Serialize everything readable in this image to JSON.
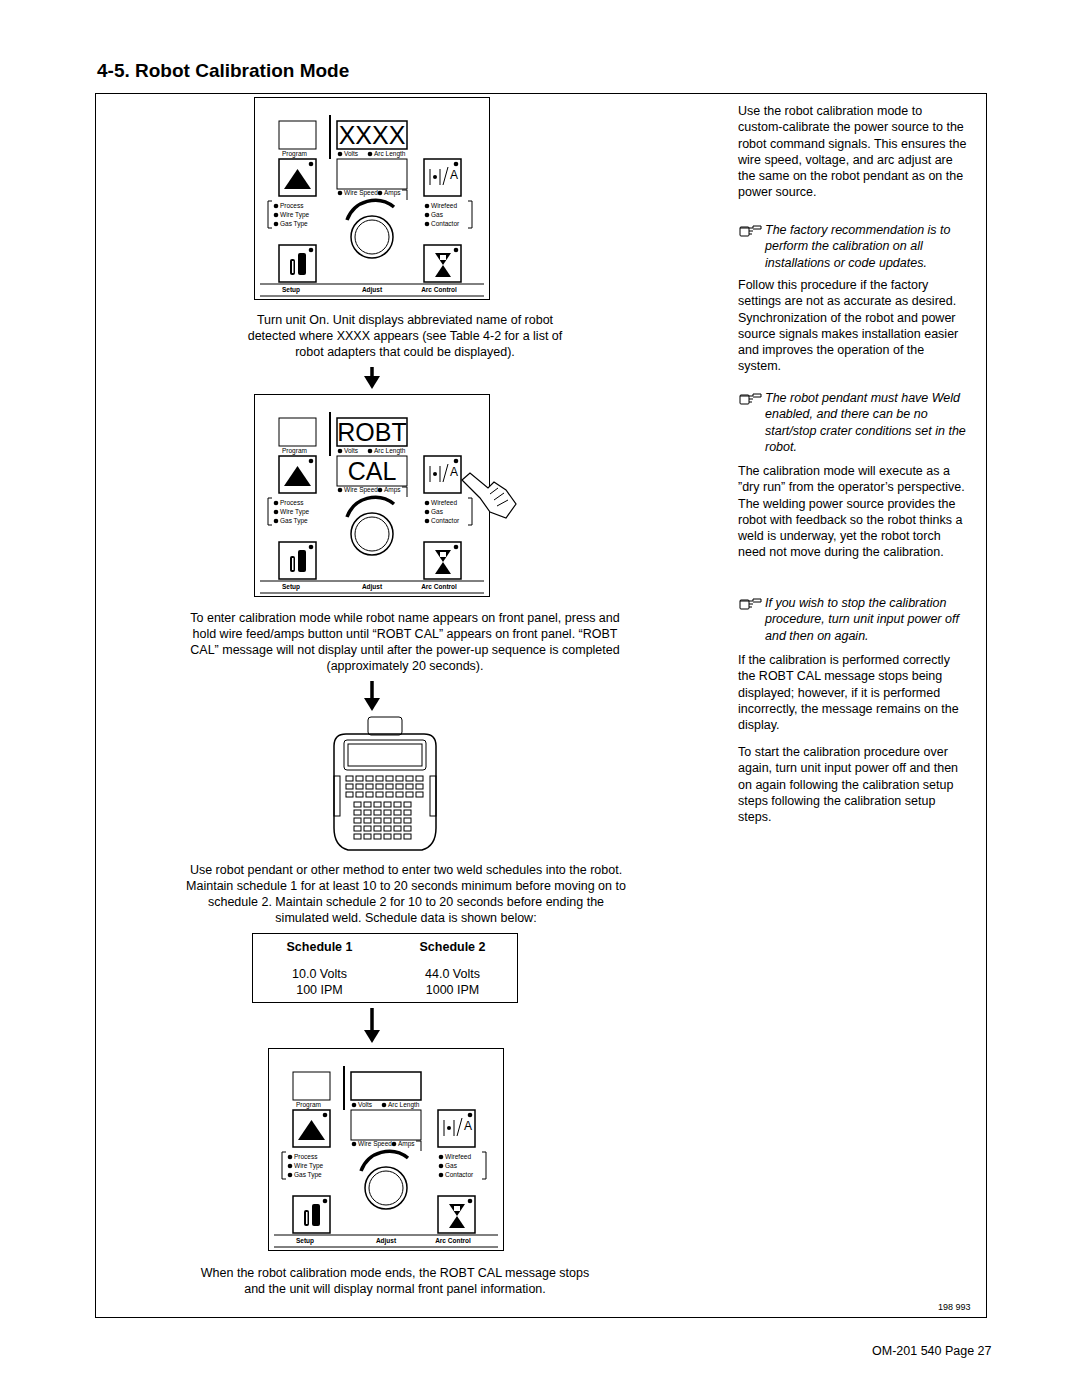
{
  "diagram": {
    "title": "4-5. Robot Calibration Mode",
    "nodes": [
      {
        "text": [
          "XXXX",
          "Program",
          "Volts",
          "Arc Length",
          "A",
          "Wire Speed",
          "Amps",
          "Process",
          "Wire Type",
          "Gas Type",
          "Wirefeed",
          "Gas",
          "Contactor",
          "Setup",
          "Adjust",
          "Arc Control",
          "Turn unit On. Unit displays abbreviated name of robot detected where XXXX appears (see Table 4-2 for a list of robot adapters that could be displayed)."
        ]
      },
      {
        "text": [
          "ROBT",
          "CAL",
          "Program",
          "Volts",
          "Arc Length",
          "A",
          "Wire Speed",
          "Amps",
          "Process",
          "Wire Type",
          "Gas Type",
          "Wirefeed",
          "Gas",
          "Contactor",
          "Setup",
          "Adjust",
          "Arc Control",
          "To enter calibration mode while robot name appears on front panel, press and hold wire feed/amps button until “ROBT CAL” appears on front panel. “ROBT CAL” message will not display until after the power-up sequence is completed (approximately 20 seconds)."
        ]
      },
      {
        "text": [
          "Use robot pendant or other method to enter two weld schedules into the robot. Maintain schedule 1 for at least 10 to 20 seconds minimum before moving on to schedule 2. Maintain schedule 2 for 10 to 20 seconds before ending the simulated weld. Schedule data is shown below:"
        ]
      },
      {
        "text": [
          "Schedule 1",
          "Schedule 2",
          "10.0 Volts",
          "44.0 Volts",
          "100 IPM",
          "1000 IPM"
        ]
      },
      {
        "text": [
          "Program",
          "Volts",
          "Arc Length",
          "A",
          "Wire Speed",
          "Amps",
          "Process",
          "Wire Type",
          "Gas Type",
          "Wirefeed",
          "Gas",
          "Contactor",
          "Setup",
          "Adjust",
          "Arc Control",
          "When the robot calibration mode ends, the ROBT CAL message stops and the unit will display normal front panel information."
        ]
      }
    ],
    "edges": [
      {
        "from": 0,
        "to": 1,
        "arrow": "to"
      },
      {
        "from": 1,
        "to": 2,
        "arrow": "to"
      },
      {
        "from": 3,
        "to": 4,
        "arrow": "to"
      }
    ],
    "labels": [
      "Use the robot calibration mode to custom-calibrate the power source to the robot command signals. This ensures the wire speed, voltage, and arc adjust are the same on the robot pendant as on the power source.",
      "The factory recommendation is to perform the calibration on all installations or code updates.",
      "Follow this procedure if the factory settings are not as accurate as desired. Synchronization of the robot and power source signals makes installation easier and improves the operation of the system.",
      "The robot pendant must have Weld enabled, and there can be no start/stop crater conditions set in the robot.",
      "The calibration mode will execute as a ”dry run” from the operator’s perspective. The welding power source provides the robot with feedback so the robot thinks a weld is underway, yet the robot torch need not move during the calibration.",
      "If you wish to stop the calibration procedure, turn unit input power off and then on again.",
      "If the calibration is performed correctly the ROBT CAL message stops being displayed; however, if it is performed incorrectly, the message remains on the display.",
      "To start the calibration procedure over again, turn unit input power off and then on again following the calibration setup steps following the calibration setup steps.",
      "198 993",
      "OM-201 540 Page 27"
    ]
  }
}
